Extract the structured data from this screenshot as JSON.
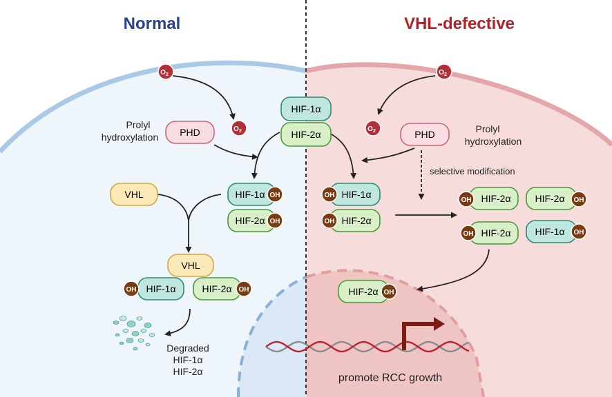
{
  "panels": {
    "left_title": "Normal",
    "right_title": "VHL-defective"
  },
  "colors": {
    "normal_title": "#2b3f8c",
    "defective_title": "#b0212a",
    "left_bg": "#eef5fb",
    "right_bg": "#f6dcdb",
    "nucleus_left": "#dbe9f6",
    "nucleus_right": "#efc5c4",
    "hif1a_fill": "#bfe6df",
    "hif1a_stroke": "#2f8a6e",
    "hif2a_fill": "#d8efc8",
    "hif2a_stroke": "#4a9a3c",
    "vhl_fill": "#fbeab8",
    "vhl_stroke": "#d4a73a",
    "phd_fill": "#f9dde3",
    "phd_stroke": "#c9647a",
    "oh_fill": "#7a3b10",
    "o2_fill": "#b0303a",
    "dna_red": "#c0202c",
    "dna_gray": "#8a8a8a",
    "promoter_arrow": "#7a1c12"
  },
  "labels": {
    "o2": "O",
    "o2_sub": "2",
    "oh": "OH",
    "phd": "PHD",
    "vhl": "VHL",
    "hif1a": "HIF-1α",
    "hif2a": "HIF-2α",
    "prolyl_line1": "Prolyl",
    "prolyl_line2": "hydroxylation",
    "selective": "selective modification",
    "degraded_line1": "Degraded",
    "degraded_line2": "HIF-1α",
    "degraded_line3": "HIF-2α",
    "promote": "promote RCC growth"
  }
}
